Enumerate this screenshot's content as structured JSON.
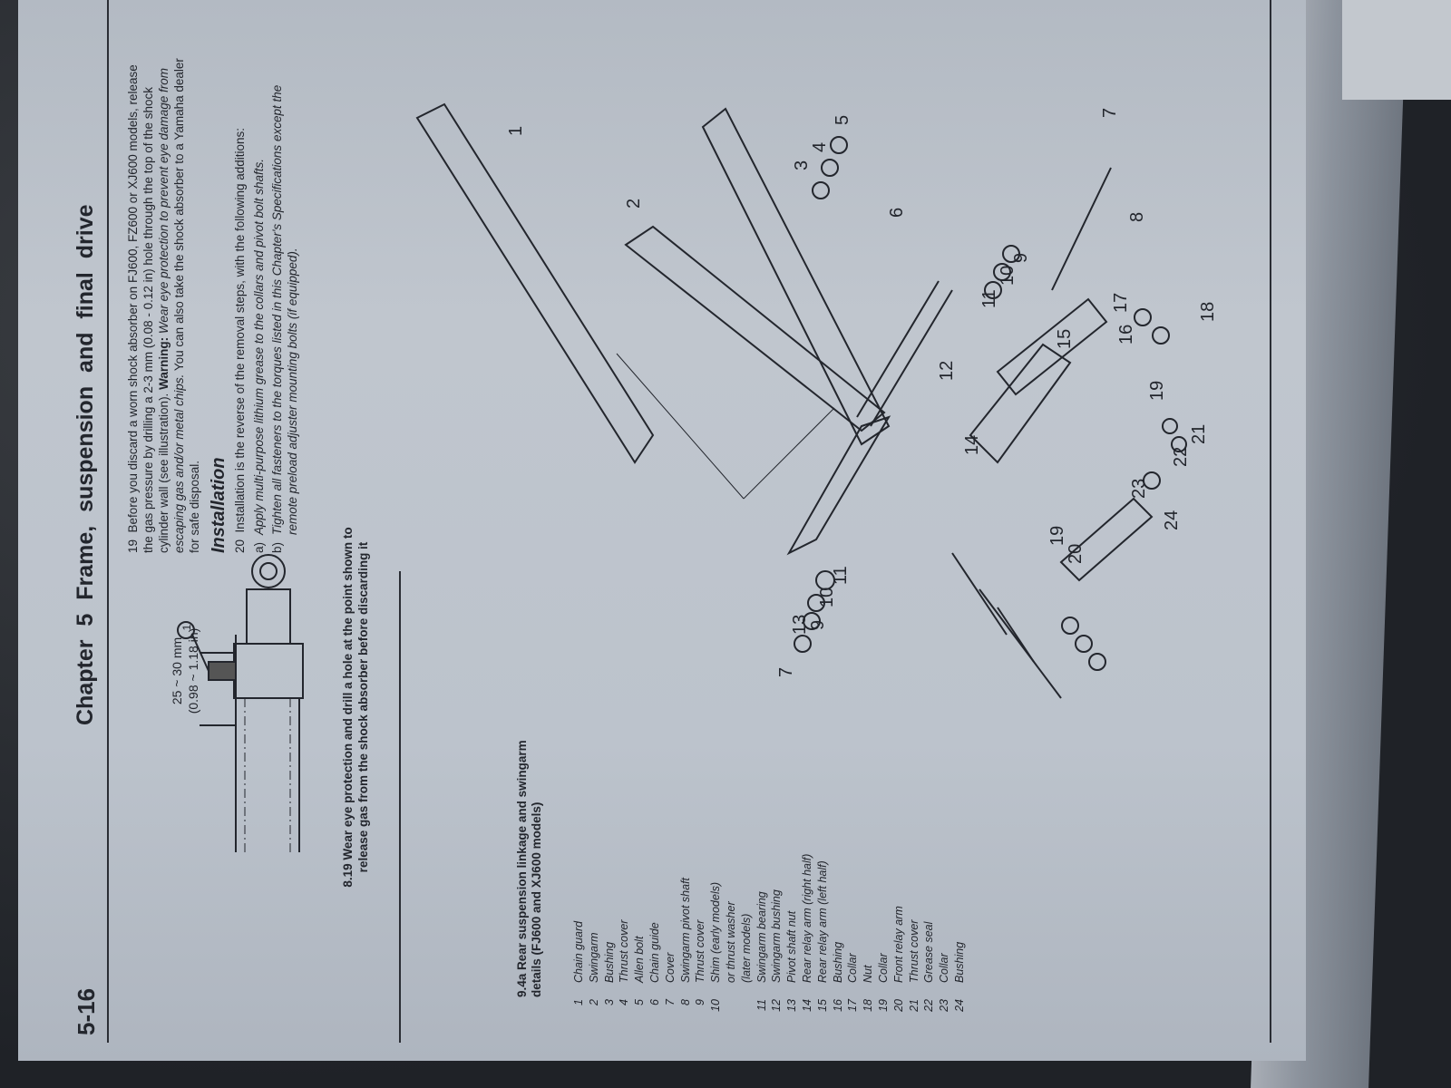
{
  "header": {
    "page_number": "5-16",
    "chapter_title": "Chapter 5   Frame, suspension and final drive"
  },
  "paragraph19": {
    "number": "19",
    "text_a": "Before you discard a worn shock absorber on FJ600, FZ600 or XJ600 models, release the gas pressure by drilling a 2-3 mm (0.08 - 0.12 in) hole through the top of the shock cylinder wall (see illustration).",
    "warning_label": "Warning:",
    "warning_text": "Wear eye protection to prevent eye damage from escaping gas and/or metal chips.",
    "text_b": "You can also take the shock absorber to a Yamaha dealer for safe disposal."
  },
  "installation": {
    "heading": "Installation",
    "number": "20",
    "text": "Installation is the reverse of the removal steps, with the following additions:",
    "items": [
      {
        "marker": "a)",
        "text": "Apply multi-purpose lithium grease to the collars and pivot bolt shafts."
      },
      {
        "marker": "b)",
        "text": "Tighten all fasteners to the torques listed in this Chapter's Specifications except the remote preload adjuster mounting bolts (if equipped)."
      }
    ]
  },
  "figure_819": {
    "dim_mm": "25 ~ 30 mm",
    "dim_in": "(0.98 ~ 1.18 in)",
    "callout": "1",
    "caption": "8.19 Wear eye protection and drill a hole at the point shown to release gas from the shock absorber before discarding it"
  },
  "figure_94a": {
    "caption": "9.4a  Rear suspension linkage and swingarm details (FJ600 and XJ600 models)",
    "parts": [
      {
        "n": "1",
        "label": "Chain guard"
      },
      {
        "n": "2",
        "label": "Swingarm"
      },
      {
        "n": "3",
        "label": "Bushing"
      },
      {
        "n": "4",
        "label": "Thrust cover"
      },
      {
        "n": "5",
        "label": "Allen bolt"
      },
      {
        "n": "6",
        "label": "Chain guide"
      },
      {
        "n": "7",
        "label": "Cover"
      },
      {
        "n": "8",
        "label": "Swingarm pivot shaft"
      },
      {
        "n": "9",
        "label": "Thrust cover"
      },
      {
        "n": "10",
        "label": "Shim (early models)"
      },
      {
        "n": "",
        "label": "or thrust washer"
      },
      {
        "n": "",
        "label": "(later models)"
      },
      {
        "n": "11",
        "label": "Swingarm bearing"
      },
      {
        "n": "12",
        "label": "Swingarm bushing"
      },
      {
        "n": "13",
        "label": "Pivot shaft nut"
      },
      {
        "n": "14",
        "label": "Rear relay arm (right half)"
      },
      {
        "n": "15",
        "label": "Rear relay arm (left half)"
      },
      {
        "n": "16",
        "label": "Bushing"
      },
      {
        "n": "17",
        "label": "Collar"
      },
      {
        "n": "18",
        "label": "Nut"
      },
      {
        "n": "19",
        "label": "Collar"
      },
      {
        "n": "20",
        "label": "Front relay arm"
      },
      {
        "n": "21",
        "label": "Thrust cover"
      },
      {
        "n": "22",
        "label": "Grease seal"
      },
      {
        "n": "23",
        "label": "Collar"
      },
      {
        "n": "24",
        "label": "Bushing"
      }
    ],
    "labels": [
      "1",
      "2",
      "3",
      "4",
      "5",
      "6",
      "7",
      "8",
      "9",
      "10",
      "11",
      "12",
      "13",
      "14",
      "15",
      "16",
      "17",
      "18",
      "19",
      "20",
      "21",
      "22",
      "23",
      "24",
      "19",
      "9",
      "10",
      "11",
      "7"
    ]
  }
}
